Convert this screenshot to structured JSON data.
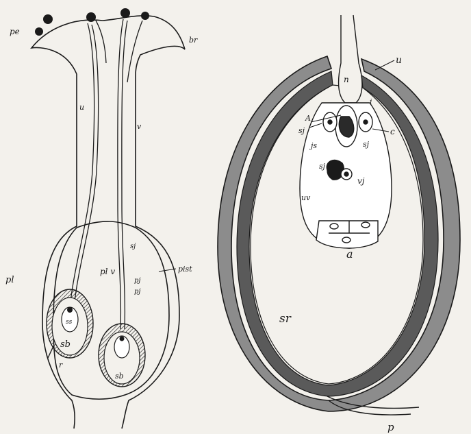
{
  "colors": {
    "background": "#f3f1ec",
    "ink": "#1a1a1a",
    "shade_dark": "#5a5a5a",
    "shade_mid": "#8c8c8c"
  },
  "left_figure": {
    "labels": {
      "pe": "pe",
      "br": "br",
      "u": "u",
      "v": "v",
      "pl": "pl",
      "plv": "pl v",
      "pst": "pist",
      "sj": "sj",
      "pj1": "pj",
      "pj2": "pj",
      "sb1": "sb",
      "sb2": "sb",
      "ss1": "ss",
      "r": "r"
    }
  },
  "right_figure": {
    "labels": {
      "u": "u",
      "n": "n",
      "i": "i",
      "A": "A",
      "sj_left": "sj",
      "js": "js",
      "sj_right": "sj",
      "c": "c",
      "sj_mid": "sj",
      "vj": "vj",
      "uv": "uv",
      "a": "a",
      "sr": "sr",
      "p": "p"
    }
  }
}
